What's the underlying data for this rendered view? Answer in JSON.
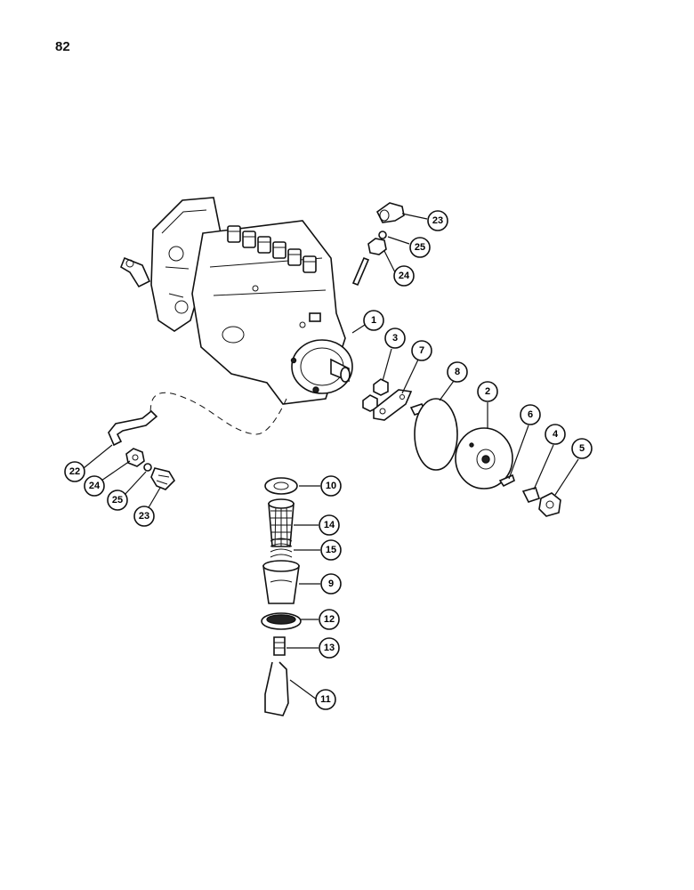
{
  "page": {
    "number": "82"
  },
  "callouts": {
    "c1": "1",
    "c2": "2",
    "c3": "3",
    "c4": "4",
    "c5": "5",
    "c6": "6",
    "c7": "7",
    "c8": "8",
    "c9": "9",
    "c10": "10",
    "c11": "11",
    "c12": "12",
    "c13": "13",
    "c14": "14",
    "c15": "15",
    "c22": "22",
    "c23a": "23",
    "c23b": "23",
    "c24a": "24",
    "c24b": "24",
    "c25a": "25",
    "c25b": "25"
  }
}
